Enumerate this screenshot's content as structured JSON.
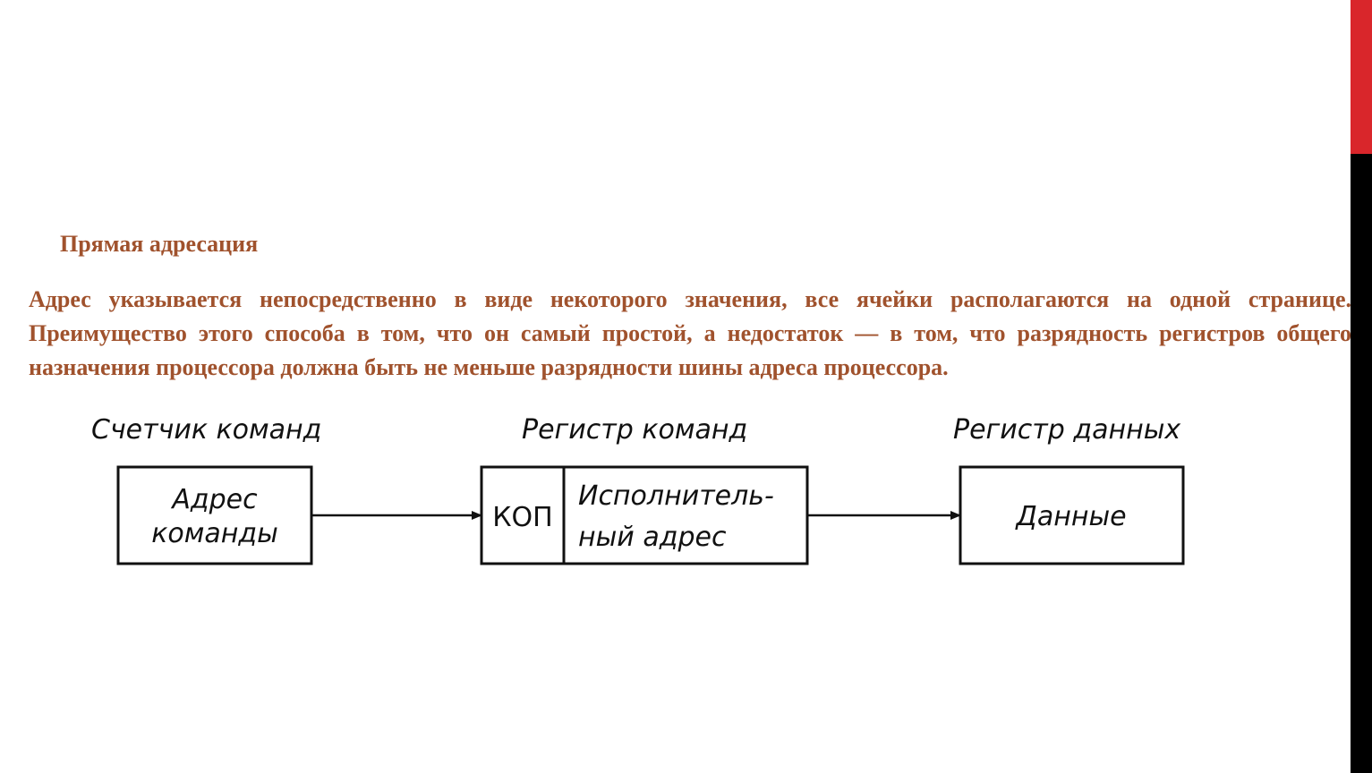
{
  "slide": {
    "title": "Прямая адресация",
    "body": "Адрес указывается непосредственно в виде некоторого значения, все ячейки располагаются на одной странице. Преимущество этого способа в том, что он самый простой, а недостаток — в том, что разрядность регистров общего назначения процессора должна быть не меньше разрядности шины адреса процессора."
  },
  "diagram": {
    "counter": {
      "label": "Счетчик команд",
      "text_line1": "Адрес",
      "text_line2": "команды"
    },
    "instruction_register": {
      "label": "Регистр команд",
      "opcode": "КОП",
      "address_line1": "Исполнитель-",
      "address_line2": "ный адрес"
    },
    "data_register": {
      "label": "Регистр данных",
      "text": "Данные"
    }
  },
  "colors": {
    "text": "#a0522d",
    "accent_red": "#d9262b",
    "accent_black": "#000000"
  }
}
